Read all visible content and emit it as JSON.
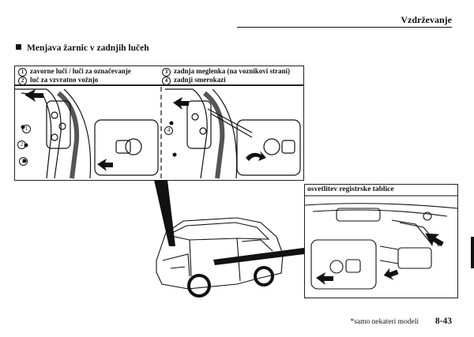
{
  "header": {
    "title": "Vzdrževanje"
  },
  "section": {
    "title": "Menjava žarnic v zadnjih lučeh"
  },
  "legend": [
    {
      "num": "1",
      "text": "zavorne luči  / luči za označevanje"
    },
    {
      "num": "2",
      "text": "luč za vzvratno vožnjo"
    },
    {
      "num": "3",
      "text": "zadnja meglenka (na voznikovi strani)"
    },
    {
      "num": "4",
      "text": "zadnji smerokazi"
    }
  ],
  "callouts": [
    "1",
    "2",
    "3",
    "4"
  ],
  "plate": {
    "title": "osvetlitev registrske tablice"
  },
  "footer": {
    "note": "*samo nekateri modeli",
    "page": "8-43"
  }
}
